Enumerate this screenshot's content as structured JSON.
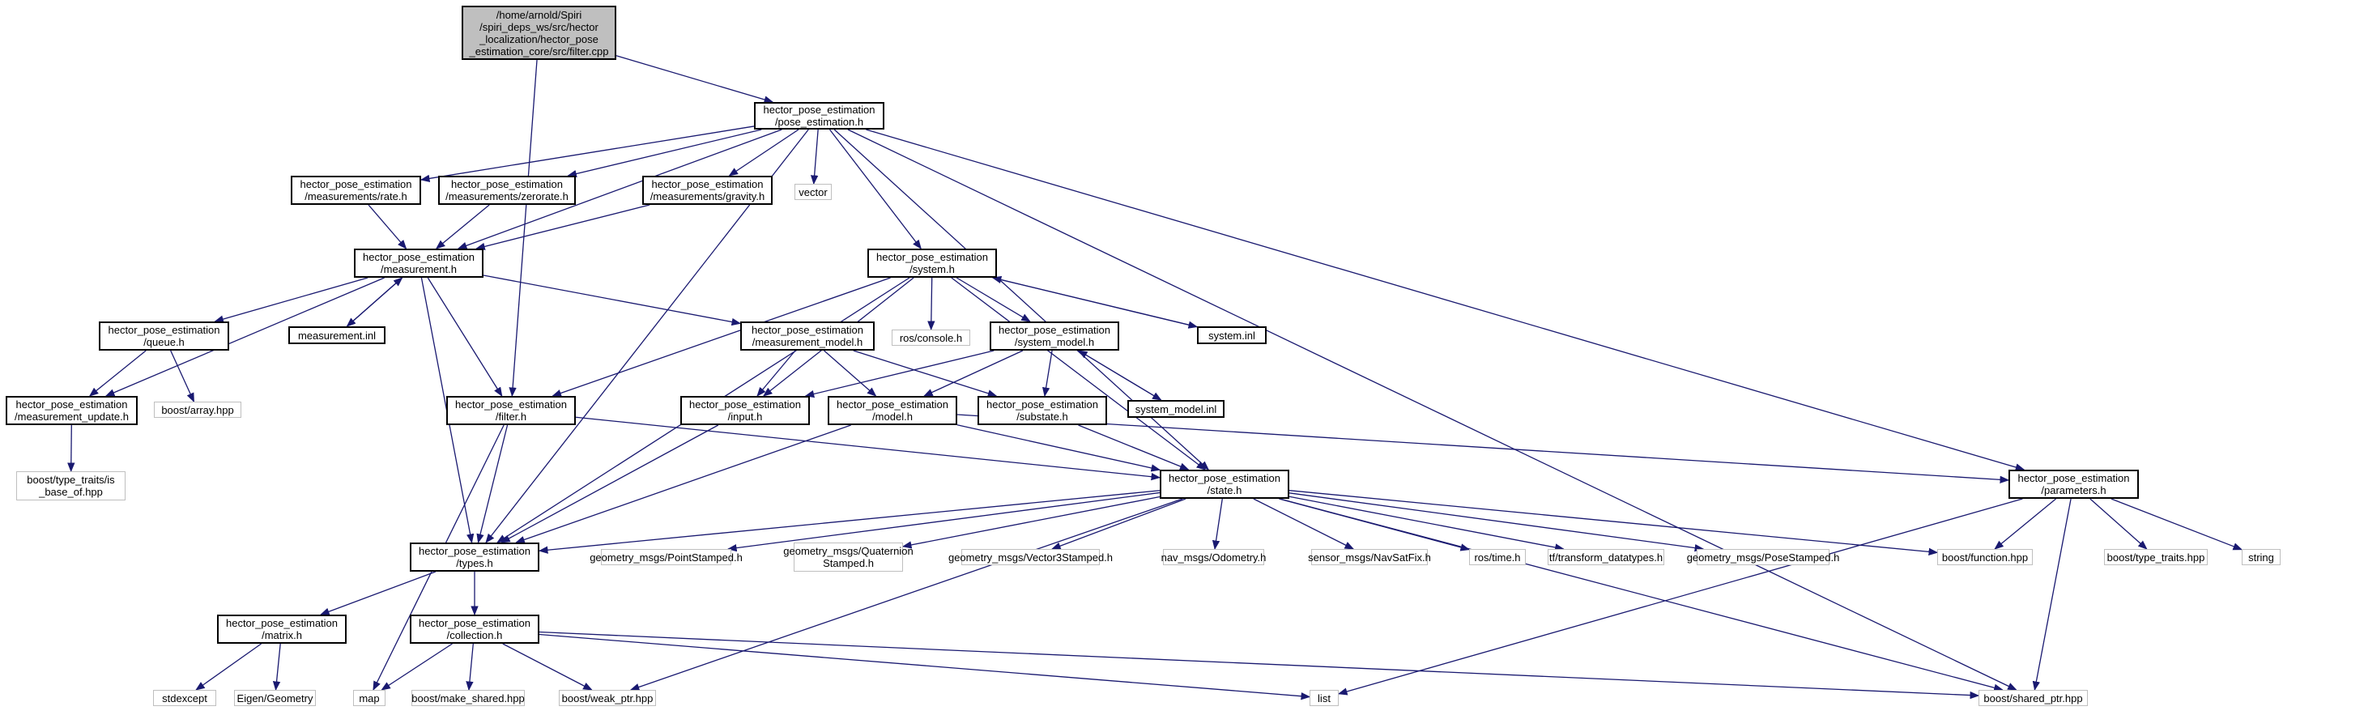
{
  "nodes": {
    "n1": {
      "label": "/home/arnold/Spiri\n/spiri_deps_ws/src/hector\n_localization/hector_pose\n_estimation_core/src/filter.cpp"
    },
    "n2": {
      "label": "hector_pose_estimation\n/pose_estimation.h"
    },
    "n3": {
      "label": "hector_pose_estimation\n/measurements/rate.h"
    },
    "n4": {
      "label": "hector_pose_estimation\n/measurements/zerorate.h"
    },
    "n5": {
      "label": "hector_pose_estimation\n/measurements/gravity.h"
    },
    "n6": {
      "label": "vector"
    },
    "n7": {
      "label": "hector_pose_estimation\n/measurement.h"
    },
    "n8": {
      "label": "measurement.inl"
    },
    "n9": {
      "label": "hector_pose_estimation\n/queue.h"
    },
    "n10": {
      "label": "hector_pose_estimation\n/measurement_update.h"
    },
    "n11": {
      "label": "boost/array.hpp"
    },
    "n12": {
      "label": "boost/type_traits/is\n_base_of.hpp"
    },
    "n13": {
      "label": "hector_pose_estimation\n/system.h"
    },
    "n14": {
      "label": "ros/console.h"
    },
    "n15": {
      "label": "system.inl"
    },
    "n16": {
      "label": "hector_pose_estimation\n/measurement_model.h"
    },
    "n17": {
      "label": "hector_pose_estimation\n/system_model.h"
    },
    "n18": {
      "label": "system_model.inl"
    },
    "n19": {
      "label": "hector_pose_estimation\n/filter.h"
    },
    "n20": {
      "label": "hector_pose_estimation\n/input.h"
    },
    "n21": {
      "label": "hector_pose_estimation\n/model.h"
    },
    "n22": {
      "label": "hector_pose_estimation\n/substate.h"
    },
    "n23": {
      "label": "hector_pose_estimation\n/state.h"
    },
    "n24": {
      "label": "hector_pose_estimation\n/parameters.h"
    },
    "n25": {
      "label": "hector_pose_estimation\n/types.h"
    },
    "n26": {
      "label": "geometry_msgs/PointStamped.h"
    },
    "n27": {
      "label": "geometry_msgs/Quaternion\nStamped.h"
    },
    "n28": {
      "label": "geometry_msgs/Vector3Stamped.h"
    },
    "n29": {
      "label": "nav_msgs/Odometry.h"
    },
    "n30": {
      "label": "sensor_msgs/NavSatFix.h"
    },
    "n31": {
      "label": "ros/time.h"
    },
    "n32": {
      "label": "tf/transform_datatypes.h"
    },
    "n33": {
      "label": "geometry_msgs/PoseStamped.h"
    },
    "n34": {
      "label": "boost/function.hpp"
    },
    "n35": {
      "label": "boost/type_traits.hpp"
    },
    "n36": {
      "label": "string"
    },
    "n37": {
      "label": "hector_pose_estimation\n/matrix.h"
    },
    "n38": {
      "label": "hector_pose_estimation\n/collection.h"
    },
    "n39": {
      "label": "stdexcept"
    },
    "n40": {
      "label": "Eigen/Geometry"
    },
    "n41": {
      "label": "map"
    },
    "n42": {
      "label": "boost/make_shared.hpp"
    },
    "n43": {
      "label": "boost/weak_ptr.hpp"
    },
    "n44": {
      "label": "list"
    },
    "n45": {
      "label": "boost/shared_ptr.hpp"
    }
  },
  "edges": [
    [
      "n1",
      "n2"
    ],
    [
      "n1",
      "n19"
    ],
    [
      "n2",
      "n3"
    ],
    [
      "n2",
      "n4"
    ],
    [
      "n2",
      "n5"
    ],
    [
      "n2",
      "n6"
    ],
    [
      "n2",
      "n7"
    ],
    [
      "n2",
      "n13"
    ],
    [
      "n2",
      "n25"
    ],
    [
      "n2",
      "n23"
    ],
    [
      "n2",
      "n24"
    ],
    [
      "n2",
      "n45"
    ],
    [
      "n3",
      "n7"
    ],
    [
      "n4",
      "n7"
    ],
    [
      "n5",
      "n7"
    ],
    [
      "n7",
      "n8"
    ],
    [
      "n8",
      "n7"
    ],
    [
      "n7",
      "n9"
    ],
    [
      "n7",
      "n10"
    ],
    [
      "n7",
      "n16"
    ],
    [
      "n7",
      "n19"
    ],
    [
      "n7",
      "n25"
    ],
    [
      "n9",
      "n10"
    ],
    [
      "n9",
      "n11"
    ],
    [
      "n10",
      "n12"
    ],
    [
      "n13",
      "n14"
    ],
    [
      "n13",
      "n15"
    ],
    [
      "n15",
      "n13"
    ],
    [
      "n13",
      "n17"
    ],
    [
      "n13",
      "n19"
    ],
    [
      "n13",
      "n20"
    ],
    [
      "n13",
      "n23"
    ],
    [
      "n13",
      "n25"
    ],
    [
      "n16",
      "n20"
    ],
    [
      "n16",
      "n21"
    ],
    [
      "n16",
      "n22"
    ],
    [
      "n17",
      "n18"
    ],
    [
      "n18",
      "n17"
    ],
    [
      "n17",
      "n20"
    ],
    [
      "n17",
      "n21"
    ],
    [
      "n17",
      "n22"
    ],
    [
      "n19",
      "n23"
    ],
    [
      "n19",
      "n25"
    ],
    [
      "n19",
      "n41"
    ],
    [
      "n20",
      "n25"
    ],
    [
      "n21",
      "n23"
    ],
    [
      "n21",
      "n25"
    ],
    [
      "n21",
      "n24"
    ],
    [
      "n22",
      "n23"
    ],
    [
      "n23",
      "n25"
    ],
    [
      "n23",
      "n26"
    ],
    [
      "n23",
      "n27"
    ],
    [
      "n23",
      "n28"
    ],
    [
      "n23",
      "n29"
    ],
    [
      "n23",
      "n30"
    ],
    [
      "n23",
      "n31"
    ],
    [
      "n23",
      "n32"
    ],
    [
      "n23",
      "n33"
    ],
    [
      "n23",
      "n34"
    ],
    [
      "n23",
      "n45"
    ],
    [
      "n23",
      "n43"
    ],
    [
      "n24",
      "n34"
    ],
    [
      "n24",
      "n35"
    ],
    [
      "n24",
      "n36"
    ],
    [
      "n24",
      "n44"
    ],
    [
      "n24",
      "n45"
    ],
    [
      "n25",
      "n37"
    ],
    [
      "n25",
      "n38"
    ],
    [
      "n37",
      "n39"
    ],
    [
      "n37",
      "n40"
    ],
    [
      "n38",
      "n41"
    ],
    [
      "n38",
      "n42"
    ],
    [
      "n38",
      "n43"
    ],
    [
      "n38",
      "n44"
    ],
    [
      "n38",
      "n45"
    ]
  ],
  "colors": {
    "edge": "#191970",
    "ghost_border": "#bfbfbf",
    "root_fill": "#bfbfbf"
  }
}
